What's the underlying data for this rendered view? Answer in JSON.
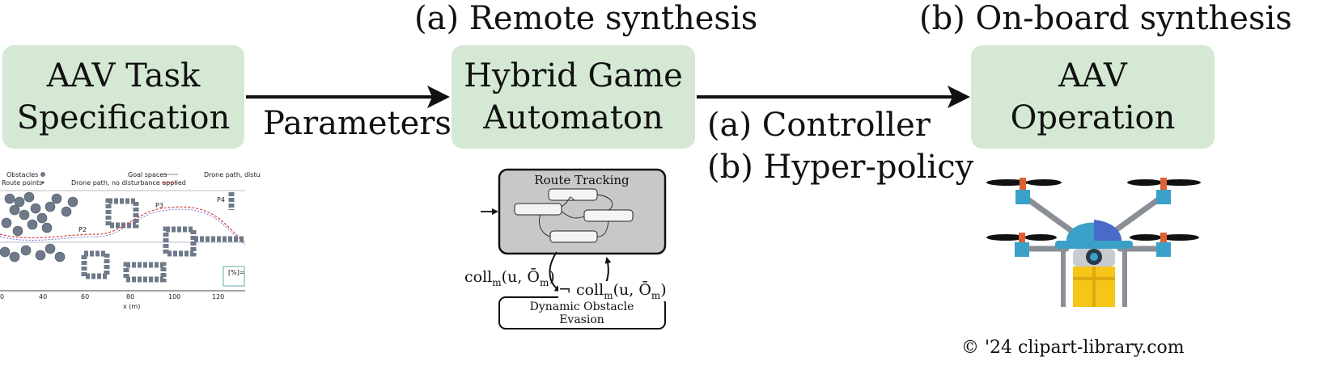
{
  "headings": {
    "remote": "(a) Remote synthesis",
    "onboard": "(b) On-board synthesis"
  },
  "boxes": {
    "task_spec": [
      "AAV Task",
      "Specification"
    ],
    "hybrid_game": [
      "Hybrid Game",
      "Automaton"
    ],
    "aav_operation": [
      "AAV",
      "Operation"
    ]
  },
  "edges": {
    "parameters": "Parameters",
    "controller": "(a) Controller",
    "hyper_policy": "(b) Hyper-policy"
  },
  "automaton_inset": {
    "route_tracking": "Route Tracking",
    "evasion_line1": "Dynamic Obstacle",
    "evasion_line2": "Evasion",
    "coll_label": "coll",
    "not_coll_label": "¬ coll",
    "coll_args": "(u, Ō",
    "mode_sub": "m"
  },
  "plot_inset": {
    "legend": {
      "obstacles": "Obstacles",
      "route_points": "Route points",
      "goal_spaces": "Goal spaces",
      "drone_no_dist": "Drone path, no disturbance applied",
      "drone_dist": "Drone path, distu"
    },
    "points": [
      "P2",
      "P3",
      "P4"
    ],
    "xticks": [
      "0",
      "40",
      "60",
      "80",
      "100",
      "120"
    ],
    "xlabel": "x (m)",
    "corner_label": "[%]="
  },
  "copyright": "© '24 clipart-library.com",
  "colors": {
    "box_fill": "#d5e8d4",
    "route_fill": "#c8c8c8",
    "obstacle": "#6e7a8a",
    "drone_blue": "#3aa0c8",
    "drone_yellow": "#f5c518",
    "drone_gray": "#8a8f96"
  }
}
